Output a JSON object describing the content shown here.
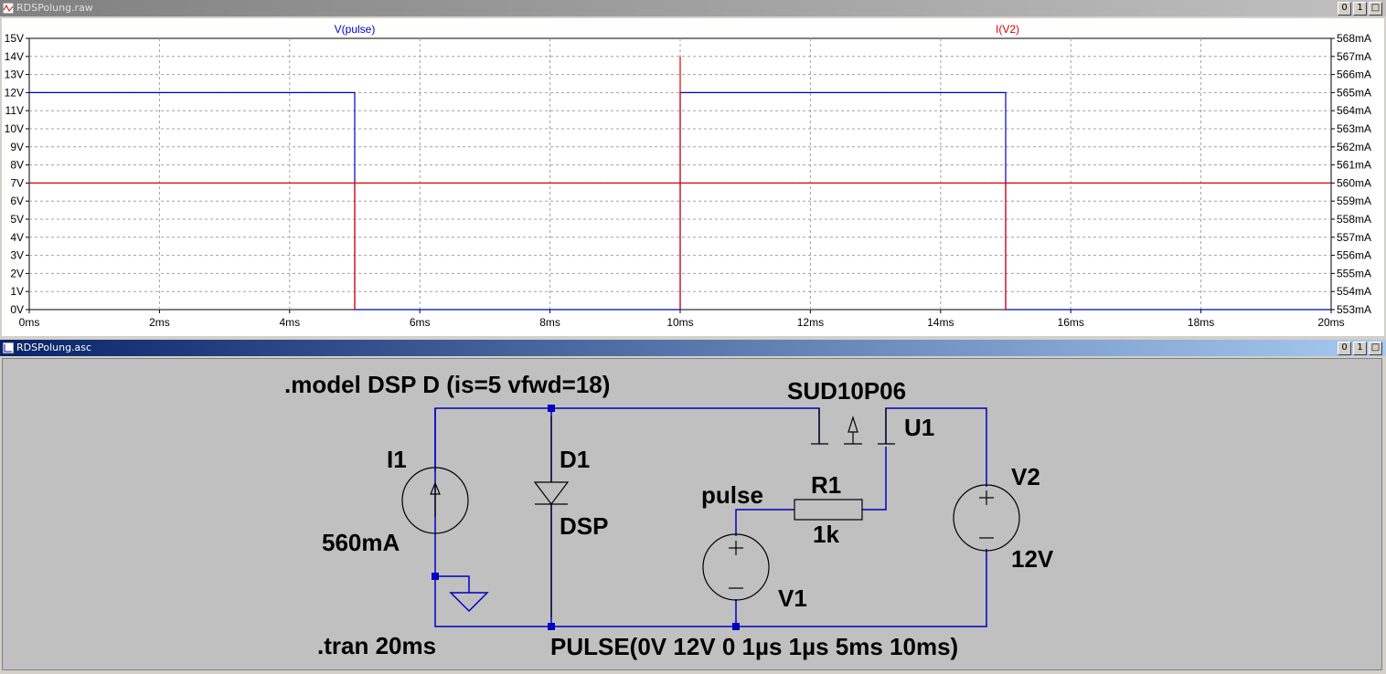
{
  "windows": {
    "raw": {
      "title": "RDSPolung.raw"
    },
    "asc": {
      "title": "RDSPolung.asc"
    }
  },
  "window_buttons": [
    "0",
    "1",
    "□"
  ],
  "colors": {
    "trace_v": "#0000c0",
    "trace_i": "#e00000",
    "wire": "#0000c0",
    "schematic_bg": "#c0c0c0"
  },
  "chart_data": {
    "type": "line",
    "xlabel": "",
    "xlim": [
      0,
      20
    ],
    "x_ticks": [
      "0ms",
      "2ms",
      "4ms",
      "6ms",
      "8ms",
      "10ms",
      "12ms",
      "14ms",
      "16ms",
      "18ms",
      "20ms"
    ],
    "ylim_left": [
      0,
      15
    ],
    "y_ticks_left": [
      "0V",
      "1V",
      "2V",
      "3V",
      "4V",
      "5V",
      "6V",
      "7V",
      "8V",
      "9V",
      "10V",
      "11V",
      "12V",
      "13V",
      "14V",
      "15V"
    ],
    "ylim_right": [
      553,
      568
    ],
    "y_ticks_right": [
      "553mA",
      "554mA",
      "555mA",
      "556mA",
      "557mA",
      "558mA",
      "559mA",
      "560mA",
      "561mA",
      "562mA",
      "563mA",
      "564mA",
      "565mA",
      "566mA",
      "567mA",
      "568mA"
    ],
    "grid": true,
    "series": [
      {
        "name": "V(pulse)",
        "axis": "left",
        "points": [
          [
            0,
            12
          ],
          [
            5,
            12
          ],
          [
            5,
            0
          ],
          [
            10,
            0
          ],
          [
            10,
            12
          ],
          [
            15,
            12
          ],
          [
            15,
            0
          ],
          [
            20,
            0
          ]
        ]
      },
      {
        "name": "I(V2)",
        "axis": "right",
        "points": [
          [
            0,
            560
          ],
          [
            5,
            560
          ],
          [
            5,
            553
          ],
          [
            5,
            560
          ],
          [
            10,
            560
          ],
          [
            10,
            553
          ],
          [
            10,
            567
          ],
          [
            10,
            560
          ],
          [
            15,
            560
          ],
          [
            15,
            553
          ],
          [
            15,
            560
          ],
          [
            20,
            560
          ]
        ]
      }
    ]
  },
  "schematic": {
    "model_directive": ".model DSP D (is=5 vfwd=18)",
    "tran_directive": ".tran 20ms",
    "pulse_directive": "PULSE(0V 12V 0 1µs 1µs 5ms 10ms)",
    "components": {
      "i1": {
        "name": "I1",
        "value": "560mA"
      },
      "d1": {
        "name": "D1",
        "value": "DSP"
      },
      "u1": {
        "name": "U1",
        "value": "SUD10P06"
      },
      "r1": {
        "name": "R1",
        "value": "1k"
      },
      "v1": {
        "name": "V1",
        "net_label": "pulse"
      },
      "v2": {
        "name": "V2",
        "value": "12V"
      }
    }
  }
}
